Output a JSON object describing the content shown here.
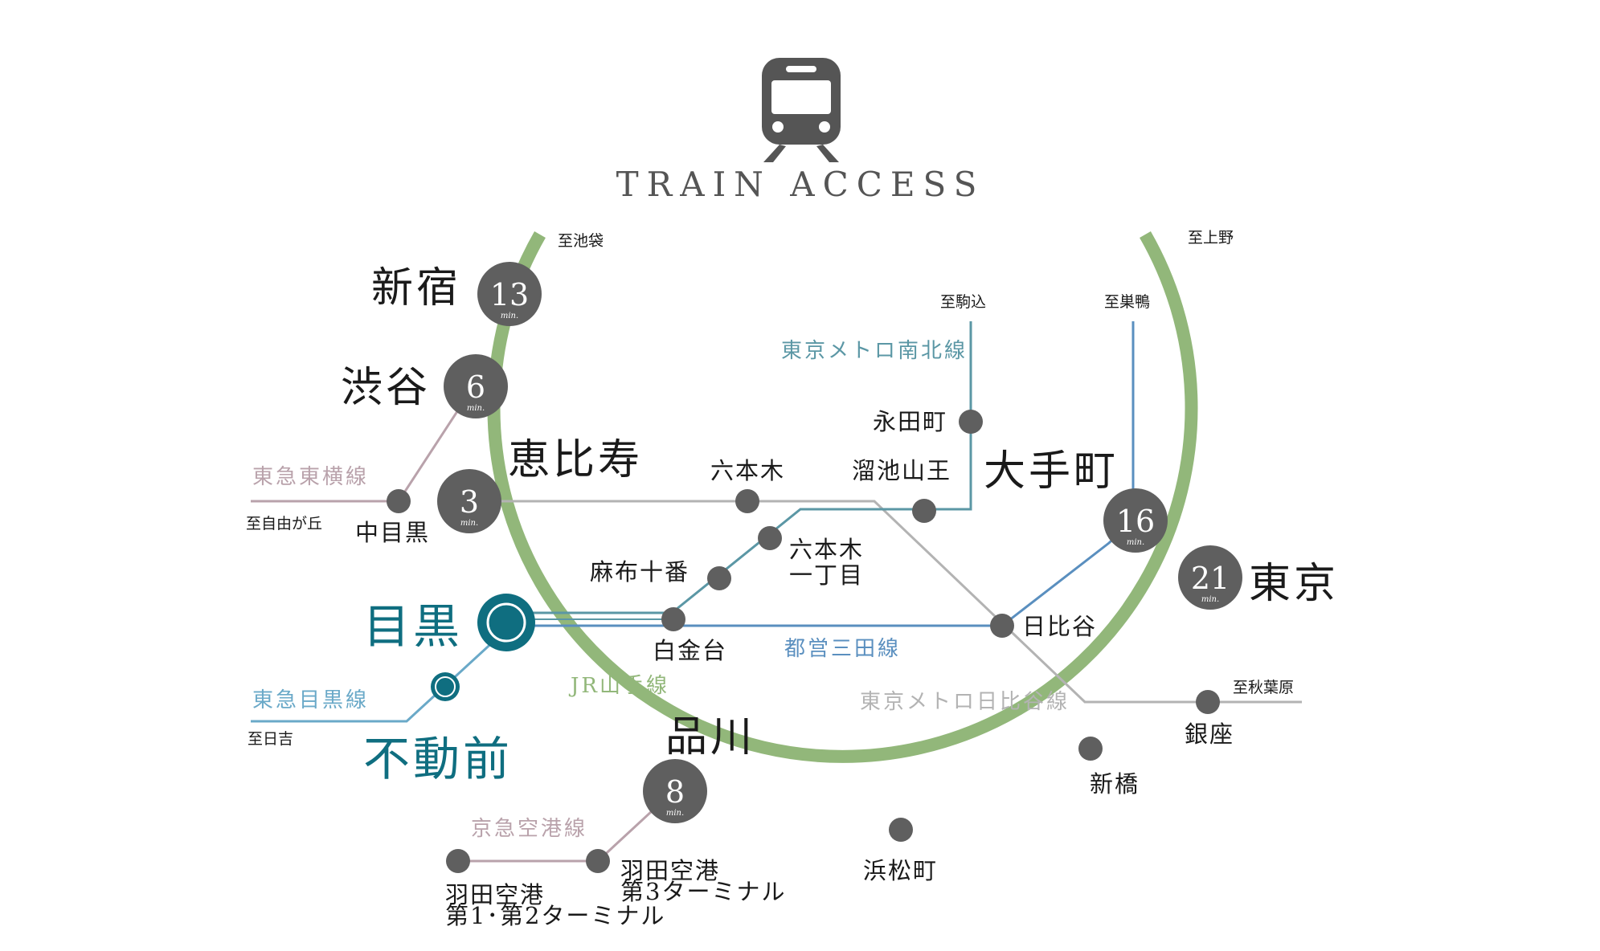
{
  "title": "TRAIN ACCESS",
  "colors": {
    "yamanote": "#92b77a",
    "namboku": "#5b97a5",
    "mita": "#5a8fbf",
    "hibiya": "#b3b3b3",
    "toyoko": "#b9a2ab",
    "meguro_line": "#6aa9c8",
    "keikyu": "#b9a2ab",
    "station": "#5f5f5f",
    "home": "#0f6e80"
  },
  "lines": {
    "yamanote": "JR山手線",
    "namboku": "東京メトロ南北線",
    "mita": "都営三田線",
    "hibiya": "東京メトロ日比谷線",
    "toyoko": "東急東横線",
    "meguro_line": "東急目黒線",
    "keikyu": "京急空港線"
  },
  "home": {
    "name": "目黒",
    "sub": "不動前"
  },
  "major": {
    "shinjuku": {
      "name": "新宿",
      "minutes": "13",
      "unit": "min."
    },
    "shibuya": {
      "name": "渋谷",
      "minutes": "6",
      "unit": "min."
    },
    "ebisu": {
      "name": "恵比寿",
      "minutes": "3",
      "unit": "min."
    },
    "otemachi": {
      "name": "大手町",
      "minutes": "16",
      "unit": "min."
    },
    "tokyo": {
      "name": "東京",
      "minutes": "21",
      "unit": "min."
    },
    "shinagawa": {
      "name": "品川",
      "minutes": "8",
      "unit": "min."
    }
  },
  "stations": {
    "nakameguro": "中目黒",
    "roppongi": "六本木",
    "nagatacho": "永田町",
    "tameike": "溜池山王",
    "roppongi1_a": "六本木",
    "roppongi1_b": "一丁目",
    "azabu": "麻布十番",
    "shirokanedai": "白金台",
    "hibiya": "日比谷",
    "ginza": "銀座",
    "shinbashi": "新橋",
    "hamamatsucho": "浜松町",
    "haneda3_a": "羽田空港",
    "haneda3_b": "第3ターミナル",
    "haneda12_a": "羽田空港",
    "haneda12_b": "第1･第2ターミナル"
  },
  "directions": {
    "ikebukuro": "至池袋",
    "ueno": "至上野",
    "komagome": "至駒込",
    "sugamo": "至巣鴨",
    "jiyugaoka": "至自由が丘",
    "akihabara": "至秋葉原",
    "hiyoshi": "至日吉"
  }
}
